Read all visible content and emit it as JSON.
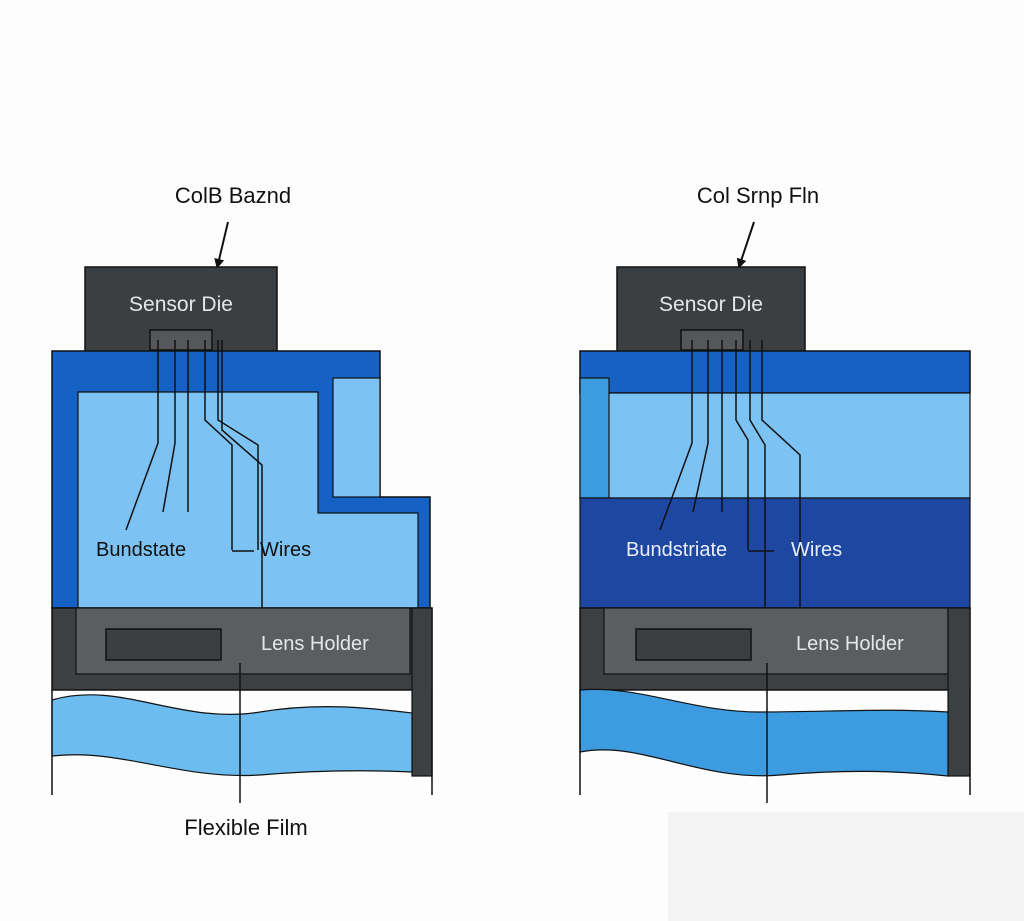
{
  "left": {
    "top_label": "ColB Baznd",
    "die_label": "Sensor  Die",
    "substrate_label": "Bundstate",
    "wires_label": "Wires",
    "holder_label": "Lens Holder",
    "bottom_label": "Flexible Film"
  },
  "right": {
    "top_label": "Col Srnp Fln",
    "die_label": "Sensor  Die",
    "substrate_label": "Bundstriate",
    "wires_label": "Wires",
    "holder_label": "Lens Holder"
  },
  "colors": {
    "die": "#3b3f42",
    "frame_blue": "#1662c4",
    "light_blue": "#7cc3f4",
    "mid_blue": "#3d9be0",
    "dark_substrate": "#1d47a0",
    "holder_gray": "#5a5e61",
    "pillar_dark": "#3c4042",
    "film_blue": "#6cbcf0",
    "line": "#111111"
  }
}
